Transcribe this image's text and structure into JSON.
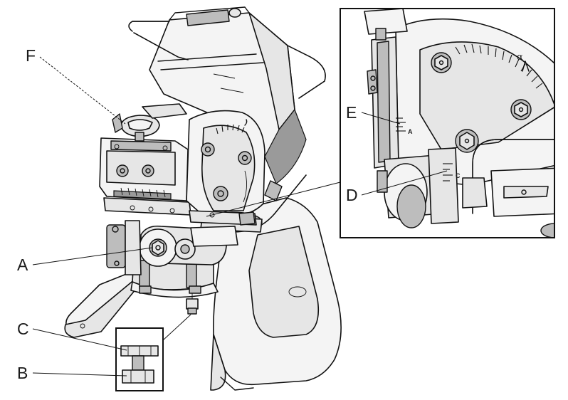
{
  "callouts": {
    "a": "A",
    "b": "B",
    "c": "C",
    "d": "D",
    "e": "E",
    "f": "F"
  },
  "inset_labels": {
    "angle_symbol": "α",
    "scale_mark_a": "A",
    "scale_mark_c": "C"
  },
  "colors": {
    "line": "#111111",
    "metal": "#e6e6e6",
    "shadow": "#9a9a9a",
    "background": "#ffffff"
  }
}
